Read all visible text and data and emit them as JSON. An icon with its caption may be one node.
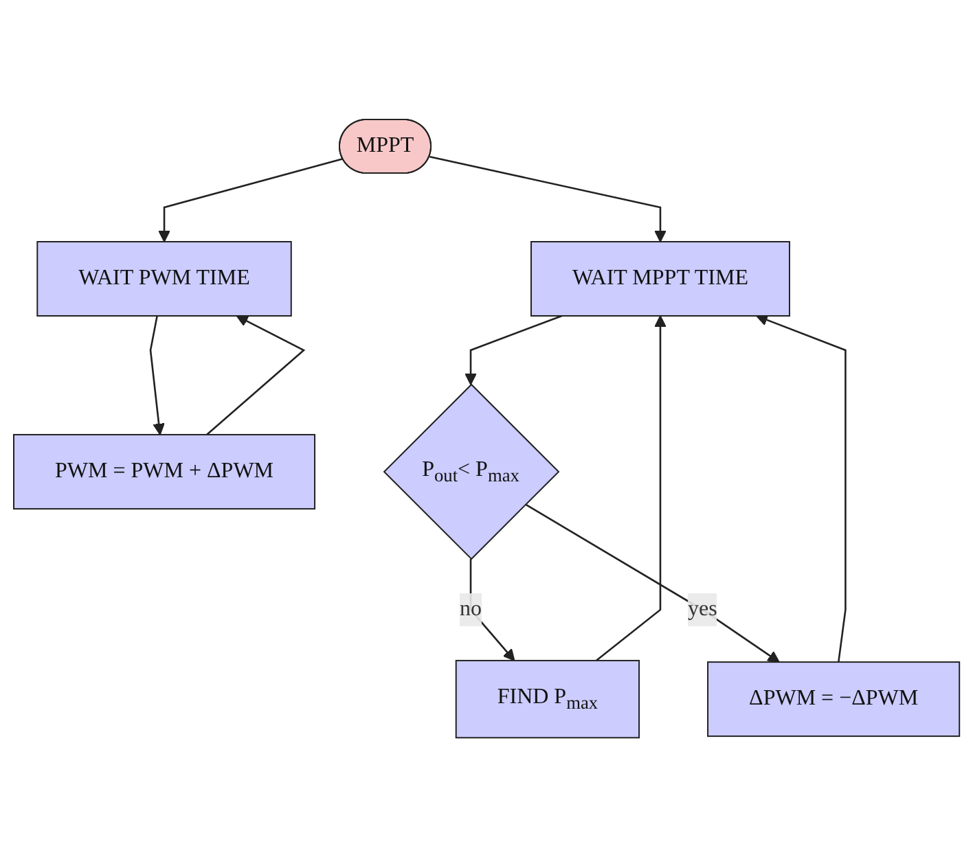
{
  "diagram": {
    "nodes": [
      {
        "text": [
          "MPPT"
        ]
      },
      {
        "text": [
          "WAIT PWM TIME"
        ]
      },
      {
        "text": [
          "PWM = PWM + ΔPWM"
        ]
      },
      {
        "text": [
          "WAIT MPPT TIME"
        ]
      },
      {
        "text": [
          "P$_{out}$< P$_{max}$"
        ]
      },
      {
        "text": [
          "FIND P$_{max}$"
        ]
      },
      {
        "text": [
          "ΔPWM = −ΔPWM"
        ]
      }
    ],
    "edges": [
      {
        "from": 0,
        "to": 1,
        "arrow": "to"
      },
      {
        "from": 0,
        "to": 3,
        "arrow": "to"
      },
      {
        "from": 1,
        "to": 2,
        "arrow": "to"
      },
      {
        "from": 2,
        "to": 1,
        "arrow": "to"
      },
      {
        "from": 3,
        "to": 4,
        "arrow": "to"
      },
      {
        "from": 4,
        "to": 5,
        "label": "no",
        "arrow": "to"
      },
      {
        "from": 5,
        "to": 3,
        "arrow": "to"
      },
      {
        "from": 4,
        "to": 6,
        "label": "yes",
        "arrow": "to"
      },
      {
        "from": 6,
        "to": 3,
        "arrow": "to"
      }
    ]
  }
}
